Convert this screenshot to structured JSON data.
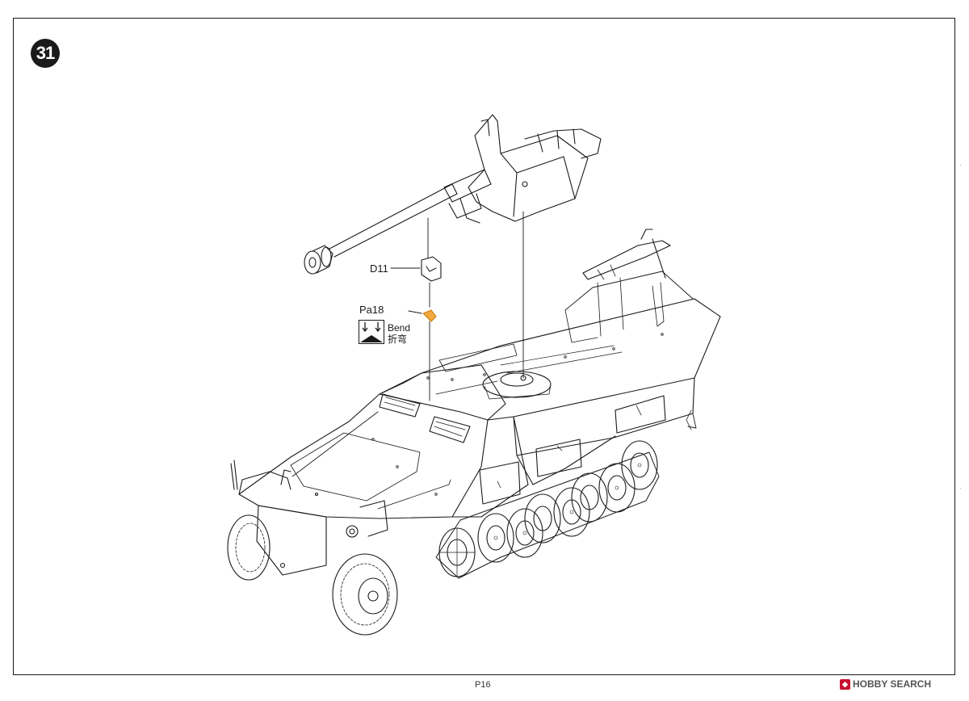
{
  "instruction": {
    "step_number": "31",
    "parts": {
      "d11_label": "D11",
      "pa18_label": "Pa18"
    },
    "bend": {
      "label_en": "Bend",
      "label_cn": "折弯",
      "icon": "bend-icon"
    }
  },
  "footer": {
    "page_number": "P16"
  },
  "watermark": {
    "text": "HOBBY SEARCH",
    "icon": "hobby-search-logo-icon",
    "accent": "#c8102e"
  },
  "colors": {
    "line": "#1a1a1a",
    "part_highlight": "#f2a93b",
    "background": "#ffffff"
  }
}
